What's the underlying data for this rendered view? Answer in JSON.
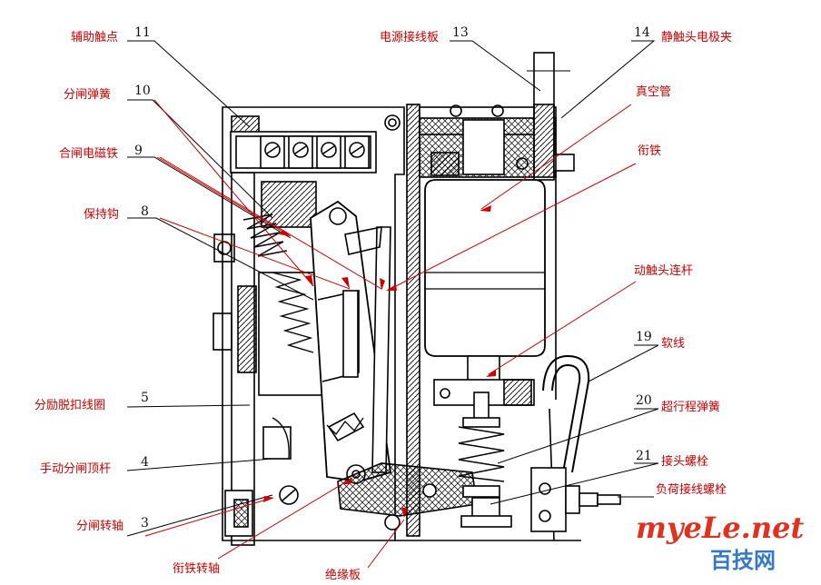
{
  "labels": [
    {
      "id": "aux-contact",
      "text": "辅助触点",
      "num": "11"
    },
    {
      "id": "trip-spring",
      "text": "分闸弹簧",
      "num": "10"
    },
    {
      "id": "close-magnet",
      "text": "合闸电磁铁",
      "num": "9"
    },
    {
      "id": "holding-hook",
      "text": "保持钩",
      "num": "8"
    },
    {
      "id": "shunt-trip-coil",
      "text": "分励脱扣线圈",
      "num": "5"
    },
    {
      "id": "manual-trip-rod",
      "text": "手动分闸顶杆",
      "num": "4"
    },
    {
      "id": "trip-shaft",
      "text": "分闸转轴",
      "num": "3"
    },
    {
      "id": "armature-shaft",
      "text": "衔铁转轴",
      "num": ""
    },
    {
      "id": "insulating-plate",
      "text": "绝缘板",
      "num": ""
    },
    {
      "id": "power-terminal",
      "text": "电源接线板",
      "num": "13"
    },
    {
      "id": "static-clamp",
      "text": "静触头电极夹",
      "num": "14"
    },
    {
      "id": "vacuum-tube",
      "text": "真空管",
      "num": ""
    },
    {
      "id": "armature",
      "text": "衔铁",
      "num": ""
    },
    {
      "id": "moving-rod",
      "text": "动触头连杆",
      "num": ""
    },
    {
      "id": "soft-wire",
      "text": "软线",
      "num": "19"
    },
    {
      "id": "overtravel-spring",
      "text": "超行程弹簧",
      "num": "20"
    },
    {
      "id": "joint-bolt",
      "text": "接头螺栓",
      "num": "21"
    },
    {
      "id": "load-bolt",
      "text": "负荷接线螺栓",
      "num": ""
    }
  ],
  "watermark": {
    "line1": "myeLe.net",
    "line2": "百技网"
  }
}
